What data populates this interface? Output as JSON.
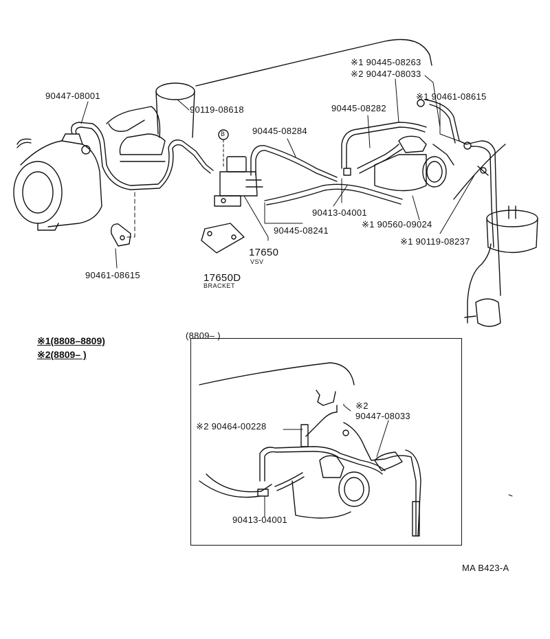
{
  "diagram": {
    "labels": {
      "p90447_08001": "90447-08001",
      "p90119_08618": "90119-08618",
      "circle_b": "B",
      "p90445_08263": "※1 90445-08263",
      "p90447_08033_top": "※2 90447-08033",
      "p90461_08615_right": "※1  90461-08615",
      "p90445_08284": "90445-08284",
      "p90445_08282": "90445-08282",
      "p90413_04001_top": "90413-04001",
      "p90445_08241": "90445-08241",
      "p90560_09024": "※1 90560-09024",
      "p90119_08237": "※1 90119-08237",
      "p90461_08615_left": "90461-08615",
      "p17650": "17650",
      "vsv": "VSV",
      "p17650d": "17650D",
      "bracket": "BRACKET"
    },
    "legend": {
      "line1": "※1(8808–8809)",
      "line2": "※2(8809–         )"
    },
    "inset": {
      "title": "(8809–         )",
      "p90464_00228": "※2 90464-00228",
      "mark2": "※2",
      "p90447_08033": "90447-08033",
      "p90413_04001": "90413-04001"
    },
    "code": "MA B423-A"
  }
}
